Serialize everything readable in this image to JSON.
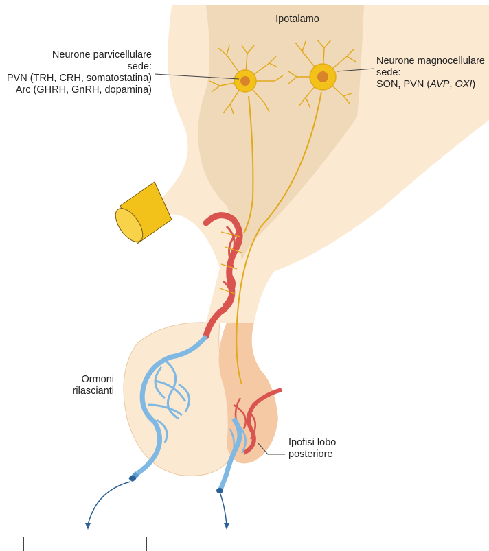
{
  "labels": {
    "hypothalamus": "Ipotalamo",
    "parvo_line1": "Neurone parvicellulare",
    "parvo_line2": "sede:",
    "parvo_line3": "PVN (TRH, CRH, somatostatina)",
    "parvo_line4": "Arc (GHRH, GnRH, dopamina)",
    "magno_line1": "Neurone magnocellulare",
    "magno_line2": "sede:",
    "magno_line3_prefix": "SON, PVN (",
    "magno_avp": "AVP",
    "magno_sep": ", ",
    "magno_oxi": "OXI",
    "magno_suffix": ")",
    "releasing_line1": "Ormoni",
    "releasing_line2": "rilascianti",
    "posterior_line1": "Ipofisi lobo",
    "posterior_line2": "posteriore"
  },
  "colors": {
    "tissue_light": "#fbe9d2",
    "tissue_hypothalamus": "#efd9b8",
    "anterior_pituitary": "#fbe9d2",
    "posterior_pituitary": "#f6c9a5",
    "neuron": "#f3c21a",
    "neuron_nucleus": "#d9842a",
    "artery": "#d9534f",
    "vein": "#7fb9e3",
    "optic_chiasm": "#f3c21a"
  }
}
